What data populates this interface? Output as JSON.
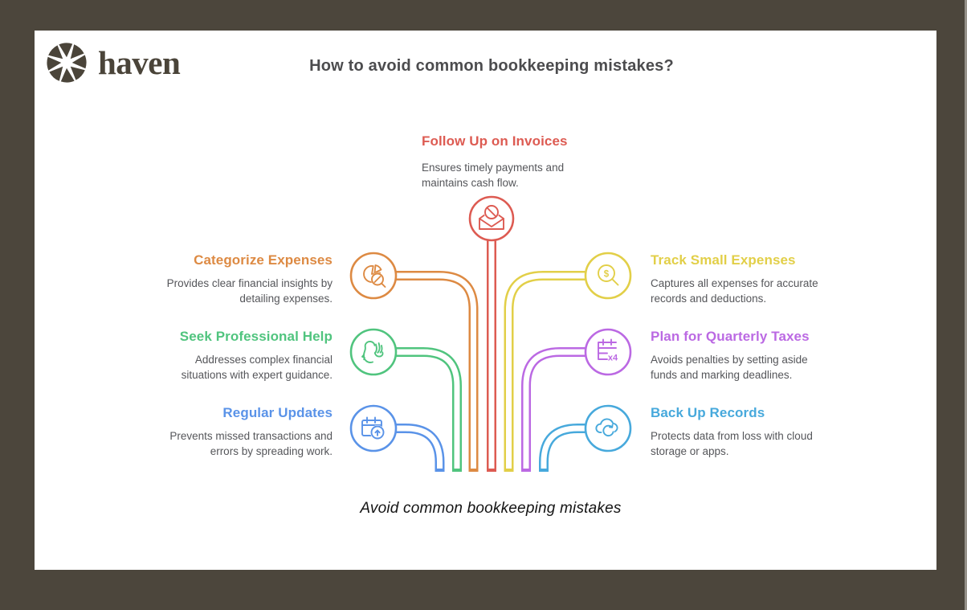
{
  "background_color": "#4c463c",
  "brand": {
    "name": "haven",
    "logo_color": "#4a4439"
  },
  "header": {
    "title": "How to avoid common bookkeeping mistakes?"
  },
  "caption": "Avoid common bookkeeping mistakes",
  "icon_labels": {
    "dollar": "$",
    "times4": "x4"
  },
  "nodes": [
    {
      "id": "follow-up-invoices",
      "position": "top-center",
      "color": "#dd5b52",
      "icon": "blocked-envelope-icon",
      "title": "Follow Up on Invoices",
      "description": "Ensures timely payments and\nmaintains cash flow."
    },
    {
      "id": "categorize-expenses",
      "position": "left-1",
      "color": "#dd8a43",
      "icon": "pie-chart-magnifier-icon",
      "title": "Categorize Expenses",
      "description": "Provides clear financial insights by\ndetailing expenses."
    },
    {
      "id": "seek-professional-help",
      "position": "left-2",
      "color": "#50c47e",
      "icon": "head-and-hand-icon",
      "title": "Seek Professional Help",
      "description": "Addresses complex financial\nsituations with expert guidance."
    },
    {
      "id": "regular-updates",
      "position": "left-3",
      "color": "#5a93e8",
      "icon": "calendar-upload-icon",
      "title": "Regular Updates",
      "description": "Prevents missed transactions and\nerrors by spreading work."
    },
    {
      "id": "track-small-expenses",
      "position": "right-1",
      "color": "#e2cf48",
      "icon": "dollar-magnifier-icon",
      "title": "Track Small Expenses",
      "description": "Captures all expenses for accurate\nrecords and deductions."
    },
    {
      "id": "plan-quarterly-taxes",
      "position": "right-2",
      "color": "#bb69e3",
      "icon": "calendar-x4-icon",
      "title": "Plan for Quarterly Taxes",
      "description": "Avoids penalties by setting aside\nfunds and marking deadlines."
    },
    {
      "id": "back-up-records",
      "position": "right-3",
      "color": "#47a9dc",
      "icon": "cloud-sync-icon",
      "title": "Back Up Records",
      "description": "Protects data from loss with cloud\nstorage or apps."
    }
  ]
}
